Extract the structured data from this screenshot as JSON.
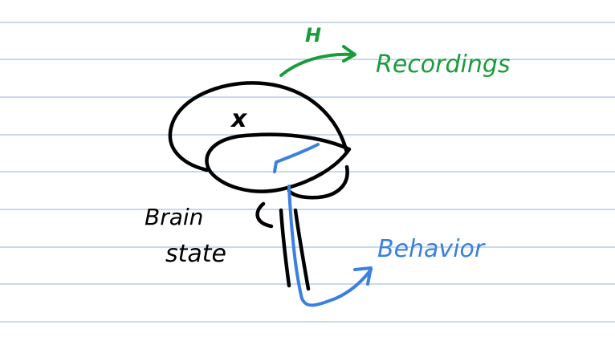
{
  "labels": {
    "latent": "x",
    "map": "H",
    "recordings": "Recordings",
    "behavior": "Behavior",
    "brain_state_line1": "Brain",
    "brain_state_line2": "state"
  },
  "colors": {
    "paper": "#ffffff",
    "rule_line": "#c9d9ea",
    "ink_black": "#000000",
    "ink_green": "#1a9c3c",
    "ink_blue": "#3b7fe0"
  }
}
